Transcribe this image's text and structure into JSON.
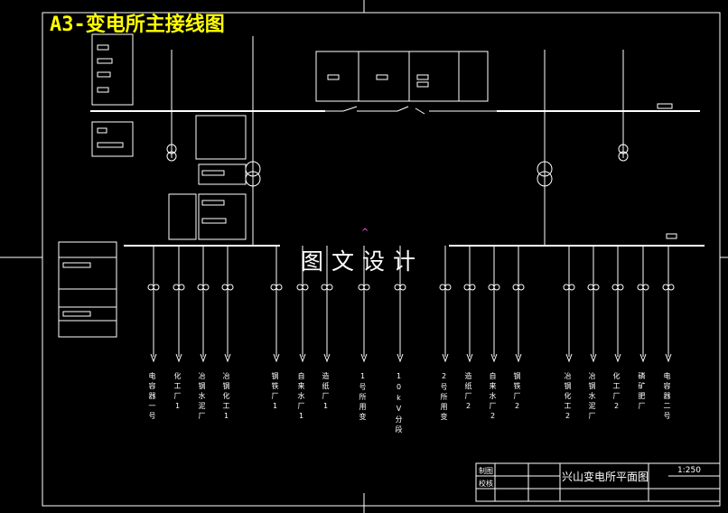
{
  "title": "A3-变电所主接线图",
  "watermark": "图文设计",
  "title_block": {
    "drawing_name": "兴山变电所平面图",
    "scale": "1:250",
    "row_labels": [
      "制图",
      "校核"
    ]
  },
  "feeders": [
    "电容器一号",
    "化工厂1",
    "冶钢水泥厂",
    "冶钢化工1",
    "钢铁厂1",
    "自来水厂1",
    "造纸厂1",
    "1号所用变",
    "10kV分段",
    "2号所用变",
    "造纸厂2",
    "自来水厂2",
    "钢铁厂2",
    "冶钢化工2",
    "冶钢水泥厂",
    "化工厂2",
    "磷矿肥厂",
    "电容器二号"
  ],
  "colors": {
    "title": "#ffff00",
    "lines": "#ffffff",
    "background": "#000000",
    "accent": "#ff66ff"
  }
}
